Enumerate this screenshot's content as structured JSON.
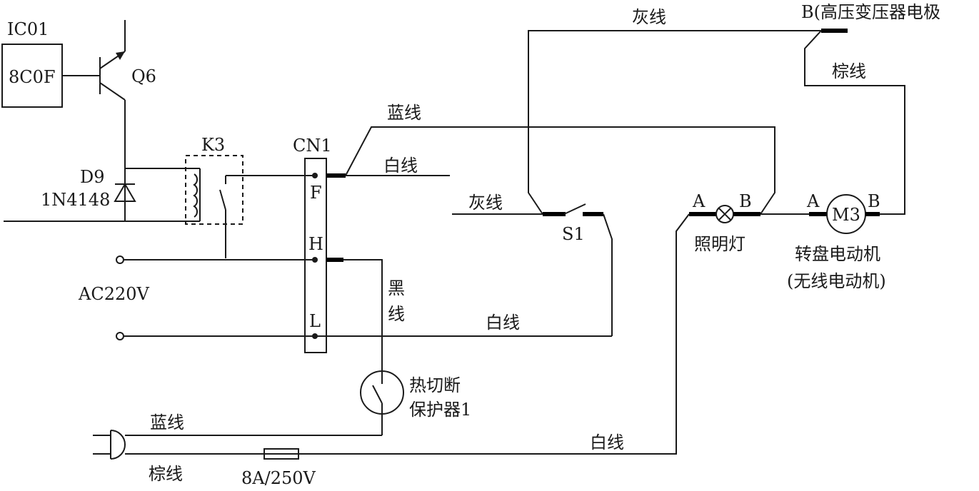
{
  "components": {
    "ic01": {
      "name": "IC01",
      "code": "8C0F"
    },
    "q6": {
      "name": "Q6"
    },
    "d9": {
      "name": "D9",
      "part": "1N4148"
    },
    "k3": {
      "name": "K3"
    },
    "cn1": {
      "name": "CN1",
      "pin_f": "F",
      "pin_h": "H",
      "pin_l": "L"
    },
    "power": {
      "label": "AC220V"
    },
    "s1": {
      "name": "S1"
    },
    "lamp": {
      "name": "照明灯",
      "term_a": "A",
      "term_b": "B"
    },
    "motor": {
      "symbol": "M3",
      "name": "转盘电动机",
      "note": "(无线电动机)",
      "term_a": "A",
      "term_b": "B"
    },
    "hv_transformer": {
      "label": "B(高压变压器电极"
    },
    "thermal_cutout": {
      "line1": "热切断",
      "line2": "保护器1"
    },
    "fuse": {
      "rating": "8A/250V"
    }
  },
  "wires": {
    "gray_top": "灰线",
    "brown_right": "棕线",
    "blue_top": "蓝线",
    "white_f": "白线",
    "gray_s1": "灰线",
    "black_1": "黑",
    "black_2": "线",
    "white_l": "白线",
    "blue_plug": "蓝线",
    "brown_plug": "棕线",
    "white_bottom": "白线"
  }
}
